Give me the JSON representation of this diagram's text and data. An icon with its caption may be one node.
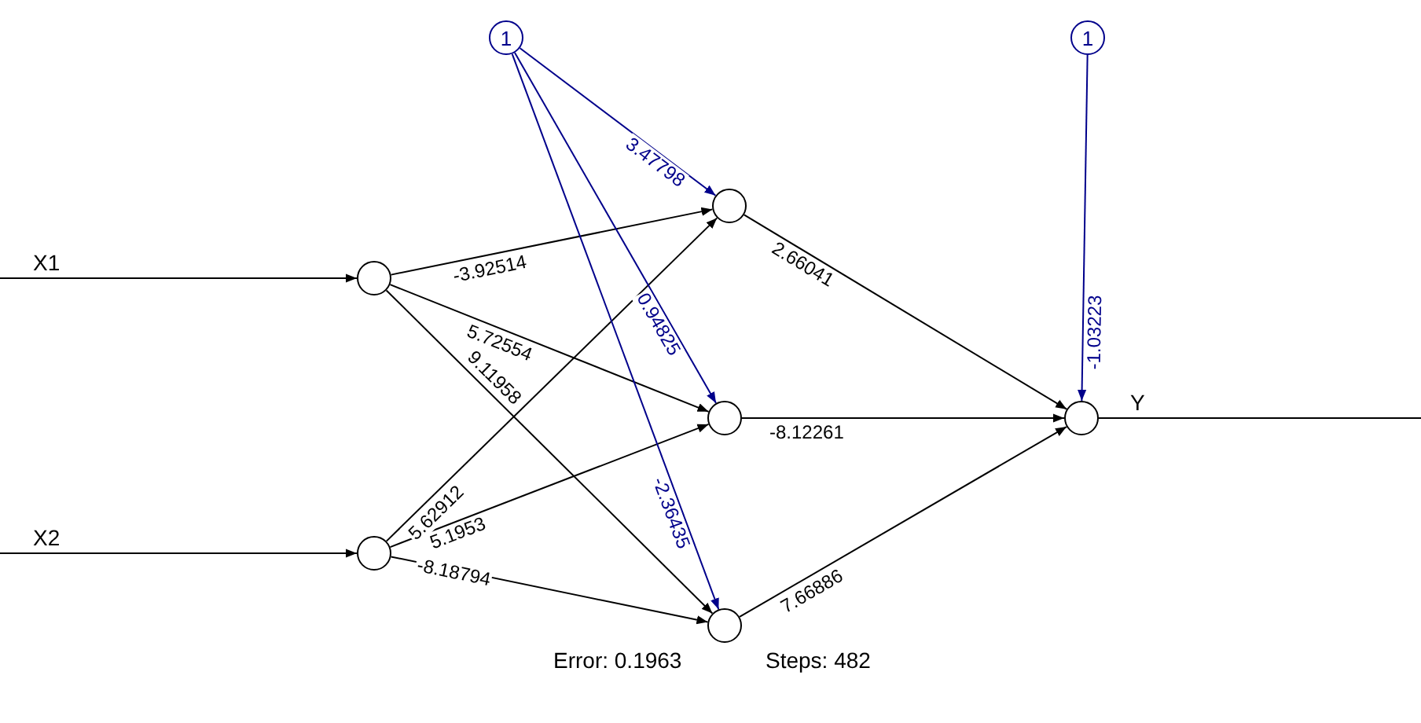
{
  "diagram": {
    "nodes": [
      {
        "text": [
          "1"
        ]
      },
      {
        "text": [
          "1"
        ]
      },
      {
        "text": [],
        "shape": "circle"
      },
      {
        "text": [],
        "shape": "circle"
      },
      {
        "text": [],
        "shape": "circle"
      },
      {
        "text": [],
        "shape": "circle"
      },
      {
        "text": [],
        "shape": "circle"
      },
      {
        "text": [],
        "shape": "circle"
      }
    ],
    "edges": [
      {
        "from": null,
        "to": 2,
        "arrow": "to",
        "label": "X1"
      },
      {
        "from": null,
        "to": 3,
        "arrow": "to",
        "label": "X2"
      },
      {
        "from": 2,
        "to": 4,
        "arrow": "to",
        "label": "-3.92514"
      },
      {
        "from": 2,
        "to": 5,
        "arrow": "to",
        "label": "5.72554"
      },
      {
        "from": 2,
        "to": 6,
        "arrow": "to",
        "label": "9.11958"
      },
      {
        "from": 3,
        "to": 4,
        "arrow": "to",
        "label": "5.62912"
      },
      {
        "from": 3,
        "to": 5,
        "arrow": "to",
        "label": "5.1953"
      },
      {
        "from": 3,
        "to": 6,
        "arrow": "to",
        "label": "-8.18794"
      },
      {
        "from": 0,
        "to": 4,
        "arrow": "to",
        "label": "3.47798",
        "color": "#00008b"
      },
      {
        "from": 0,
        "to": 5,
        "arrow": "to",
        "label": "0.94825",
        "color": "#00008b"
      },
      {
        "from": 0,
        "to": 6,
        "arrow": "to",
        "label": "-2.36435",
        "color": "#00008b"
      },
      {
        "from": 4,
        "to": 7,
        "arrow": "to",
        "label": "2.66041"
      },
      {
        "from": 5,
        "to": 7,
        "arrow": "to",
        "label": "-8.12261"
      },
      {
        "from": 6,
        "to": 7,
        "arrow": "to",
        "label": "7.66886"
      },
      {
        "from": 1,
        "to": 7,
        "arrow": "to",
        "label": "-1.03223",
        "color": "#00008b"
      },
      {
        "from": 7,
        "to": null,
        "arrow": "none",
        "label": "Y"
      }
    ],
    "labels": [
      "Error: 0.1963",
      "Steps: 482"
    ]
  }
}
